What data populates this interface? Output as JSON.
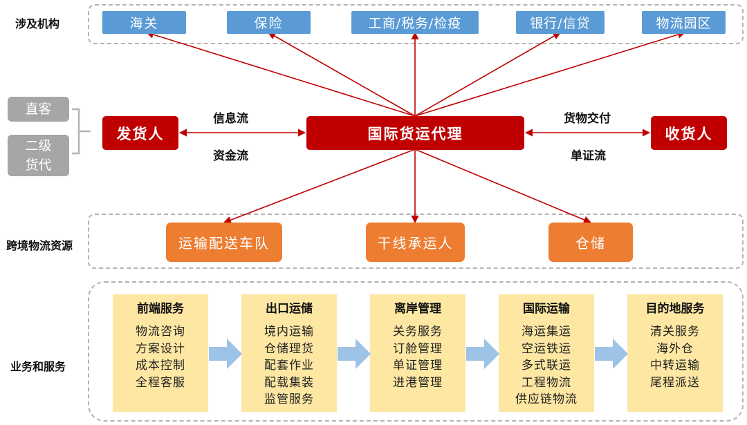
{
  "sections": {
    "institutions": "涉及机构",
    "resources": "跨境物流资源",
    "business": "业务和服务"
  },
  "institutions": [
    "海关",
    "保险",
    "工商/税务/检疫",
    "银行/信贷",
    "物流园区"
  ],
  "left_sources": {
    "direct": "直客",
    "secondary_line1": "二级",
    "secondary_line2": "货代"
  },
  "nodes": {
    "shipper": "发货人",
    "forwarder": "国际货运代理",
    "consignee": "收货人"
  },
  "flows": {
    "info": "信息流",
    "capital": "资金流",
    "delivery": "货物交付",
    "documents": "单证流"
  },
  "resources": [
    "运输配送车队",
    "干线承运人",
    "仓储"
  ],
  "services": [
    {
      "title": "前端服务",
      "items": [
        "物流咨询",
        "方案设计",
        "成本控制",
        "全程客服"
      ]
    },
    {
      "title": "出口运储",
      "items": [
        "境内运输",
        "仓储理货",
        "配套作业",
        "配载集装",
        "监管服务"
      ]
    },
    {
      "title": "离岸管理",
      "items": [
        "关务服务",
        "订舱管理",
        "单证管理",
        "进港管理"
      ]
    },
    {
      "title": "国际运输",
      "items": [
        "海运集运",
        "空运铁运",
        "多式联运",
        "工程物流",
        "供应链物流"
      ]
    },
    {
      "title": "目的地服务",
      "items": [
        "清关服务",
        "海外仓",
        "中转运输",
        "尾程派送"
      ]
    }
  ],
  "colors": {
    "institution_blue": "#5b9bd5",
    "core_red": "#c00000",
    "resource_orange": "#ed7d31",
    "service_yellow": "#fde7a2",
    "source_gray": "#a6a6a6",
    "arrow_blue": "#9dc3e6"
  }
}
